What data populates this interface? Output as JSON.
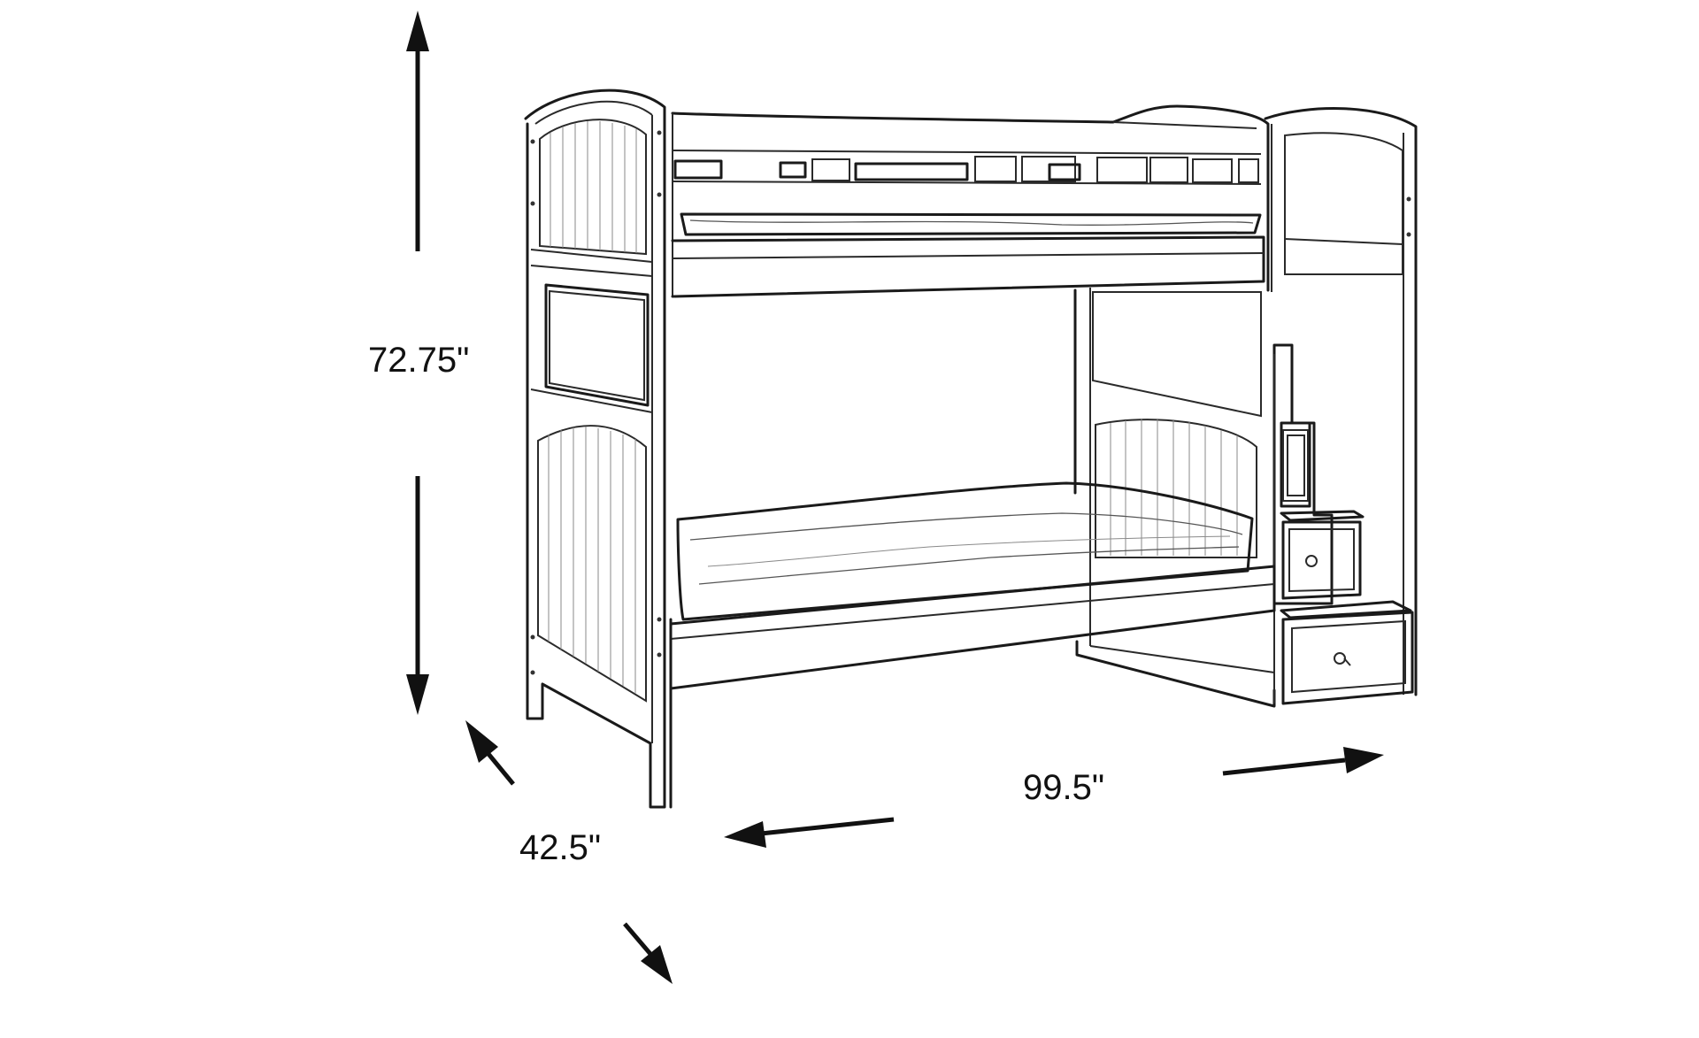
{
  "dimensions": {
    "height": "72.75\"",
    "length": "99.5\"",
    "depth": "42.5\""
  },
  "colors": {
    "background": "#ffffff",
    "line": "#1a1a1a",
    "text": "#111111"
  }
}
